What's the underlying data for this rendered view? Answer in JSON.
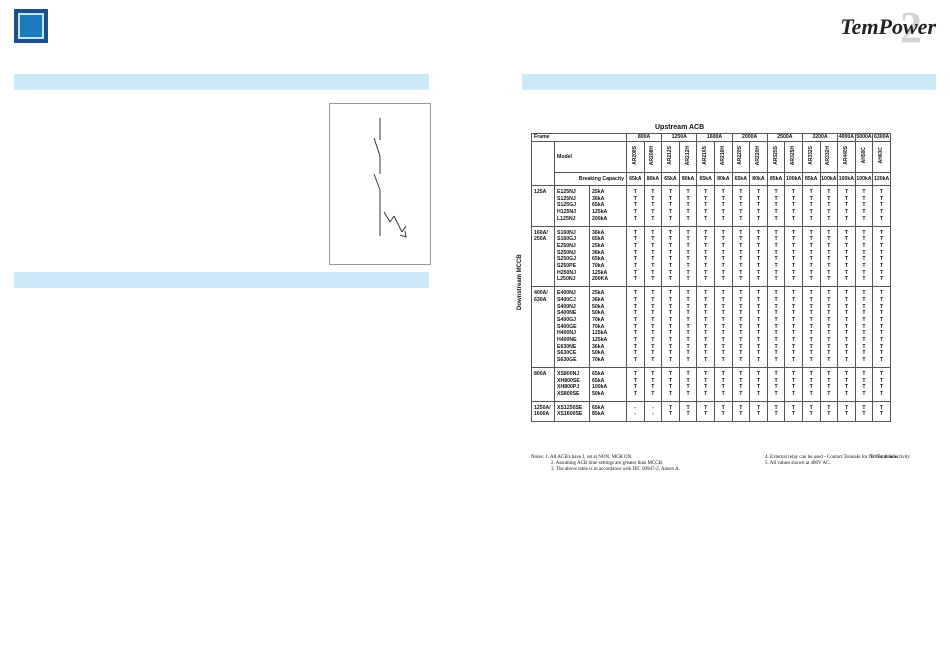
{
  "brand": {
    "name": "TemPower",
    "version_mark": "2"
  },
  "table": {
    "upstream_label": "Upstream ACB",
    "downstream_label": "Downstream MCCB",
    "frame_label": "Frame",
    "model_label": "Model",
    "breaking_label": "Breaking Capacity",
    "acb_frames": [
      {
        "label": "800A",
        "span": 2
      },
      {
        "label": "1250A",
        "span": 2
      },
      {
        "label": "1600A",
        "span": 2
      },
      {
        "label": "2000A",
        "span": 2
      },
      {
        "label": "2500A",
        "span": 2
      },
      {
        "label": "3200A",
        "span": 2
      },
      {
        "label": "4000A",
        "span": 1
      },
      {
        "label": "5000A",
        "span": 1
      },
      {
        "label": "6300A",
        "span": 1
      }
    ],
    "acb_models": [
      "AR208S",
      "AR208H",
      "AR212S",
      "AR212H",
      "AR216S",
      "AR216H",
      "AR220S",
      "AR220H",
      "AR325S",
      "AR325H",
      "AR332S",
      "AR332H",
      "AR440S",
      "AH50C",
      "AH63C"
    ],
    "acb_breaking": [
      "65kA",
      "80kA",
      "65kA",
      "80kA",
      "65kA",
      "80kA",
      "65kA",
      "80kA",
      "85kA",
      "100kA",
      "85kA",
      "100kA",
      "100kA",
      "100kA",
      "120kA"
    ],
    "groups": [
      {
        "frame": "125A",
        "models": [
          "E125NJ",
          "S125NJ",
          "S125GJ",
          "H125NJ",
          "L125NJ"
        ],
        "caps": [
          "25kA",
          "36kA",
          "65kA",
          "125kA",
          "200kA"
        ],
        "vals": [
          "T",
          "T",
          "T",
          "T",
          "T",
          "T",
          "T",
          "T",
          "T",
          "T",
          "T",
          "T",
          "T",
          "T",
          "T"
        ]
      },
      {
        "frame": "160A/\n250A",
        "models": [
          "S160NJ",
          "S160GJ",
          "E250NJ",
          "S250NJ",
          "S250GJ",
          "S250PE",
          "H250NJ",
          "L250NJ"
        ],
        "caps": [
          "36kA",
          "65kA",
          "25kA",
          "36kA",
          "65kA",
          "70kA",
          "125kA",
          "200KA"
        ],
        "vals": [
          "T",
          "T",
          "T",
          "T",
          "T",
          "T",
          "T",
          "T",
          "T",
          "T",
          "T",
          "T",
          "T",
          "T",
          "T"
        ]
      },
      {
        "frame": "400A/\n630A",
        "models": [
          "E400NJ",
          "S400CJ",
          "S400NJ",
          "S400NE",
          "S400GJ",
          "S400GE",
          "H400NJ",
          "H400NE",
          "E630NE",
          "S630CE",
          "S630GE"
        ],
        "caps": [
          "25kA",
          "36kA",
          "50kA",
          "50kA",
          "70kA",
          "70kA",
          "125kA",
          "125kA",
          "36kA",
          "50kA",
          "70kA"
        ],
        "vals": [
          "T",
          "T",
          "T",
          "T",
          "T",
          "T",
          "T",
          "T",
          "T",
          "T",
          "T",
          "T",
          "T",
          "T",
          "T"
        ]
      },
      {
        "frame": "800A",
        "models": [
          "XS800NJ",
          "XH800SE",
          "XH800PJ",
          "XS800SE"
        ],
        "caps": [
          "65kA",
          "65kA",
          "100kA",
          "50kA"
        ],
        "vals": [
          "T",
          "T",
          "T",
          "T",
          "T",
          "T",
          "T",
          "T",
          "T",
          "T",
          "T",
          "T",
          "T",
          "T",
          "T"
        ]
      },
      {
        "frame": "1250A/\n1600A",
        "models": [
          "XS1250SE",
          "XS1600SE"
        ],
        "caps": [
          "65kA",
          "85kA"
        ],
        "vals": [
          "-",
          "-",
          "T",
          "T",
          "T",
          "T",
          "T",
          "T",
          "T",
          "T",
          "T",
          "T",
          "T",
          "T",
          "T"
        ]
      }
    ]
  },
  "notes": {
    "col1": [
      "Notes:  1. All ACB's have I, set at NON, MCR ON.",
      "2. Assuming ACB time settings are greater than MCCB.",
      "3. The above table is in accordance with IEC 60947-2, Annex A."
    ],
    "col2": [
      "4. External relay can be used - Contact Terasaki for further details.",
      "5. All values shown at 400V AC."
    ],
    "col3": [
      "T= Total Selectivity"
    ]
  }
}
